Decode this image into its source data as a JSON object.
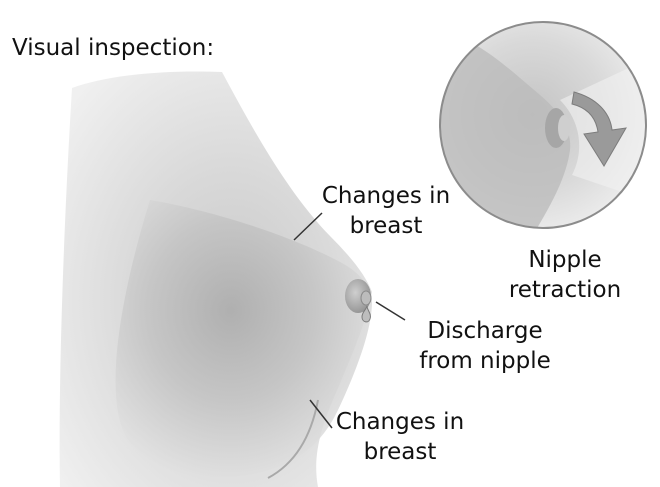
{
  "heading": "Visual inspection:",
  "labels": {
    "changes_upper_line1": "Changes in",
    "changes_upper_line2": "breast",
    "nipple_retraction_line1": "Nipple",
    "nipple_retraction_line2": "retraction",
    "discharge_line1": "Discharge",
    "discharge_line2": "from nipple",
    "changes_lower_line1": "Changes in",
    "changes_lower_line2": "breast"
  },
  "colors": {
    "skin_light": "#e6e6e6",
    "skin_mid": "#c8c8c8",
    "skin_dark": "#9c9c9c",
    "outline": "#7a7a7a",
    "leader_line": "#333333"
  },
  "icons": {
    "retraction_arrow": "curved-arrow-icon"
  }
}
